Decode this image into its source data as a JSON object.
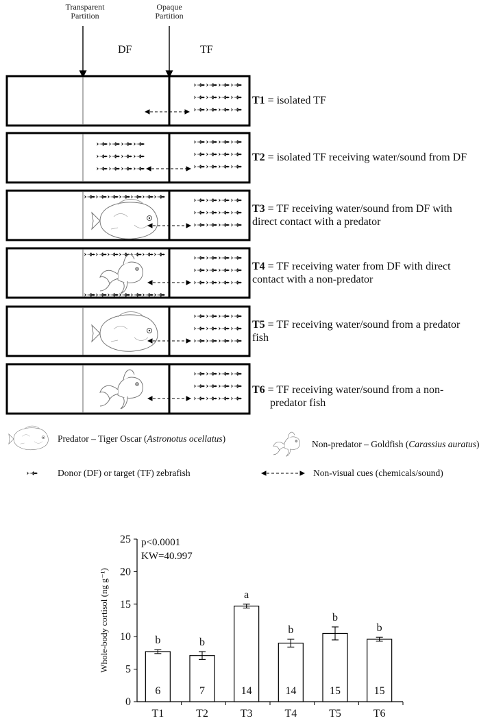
{
  "diagram": {
    "headers": {
      "transparent_partition": "Transparent\nPartition",
      "opaque_partition": "Opaque\nPartition",
      "df": "DF",
      "tf": "TF"
    },
    "tanks": [
      {
        "code": "T1",
        "desc_line1": " = isolated TF",
        "desc_line2": ""
      },
      {
        "code": "T2",
        "desc_line1": " = isolated TF receiving water/sound from DF",
        "desc_line2": ""
      },
      {
        "code": "T3",
        "desc_line1": " = TF receiving water/sound from DF with",
        "desc_line2": "direct contact with a predator"
      },
      {
        "code": "T4",
        "desc_line1": " = TF receiving water from DF with direct",
        "desc_line2": "contact with a non-predator"
      },
      {
        "code": "T5",
        "desc_line1": " = TF receiving water/sound from a predator",
        "desc_line2": "fish"
      },
      {
        "code": "T6",
        "desc_line1": " = TF receiving water/sound from a non-",
        "desc_line2": "predator fish"
      }
    ],
    "legend": {
      "predator_prefix": "Predator – Tiger Oscar (",
      "predator_species": "Astronotus ocellatus",
      "predator_suffix": ")",
      "nonpredator_prefix": "Non-predator – Goldfish (",
      "nonpredator_species": "Carassius auratus",
      "nonpredator_suffix": ")",
      "zebrafish": "Donor (DF) or target (TF) zebrafish",
      "cues": "Non-visual cues (chemicals/sound)"
    }
  },
  "chart_data": {
    "type": "bar",
    "categories": [
      "T1",
      "T2",
      "T3",
      "T4",
      "T5",
      "T6"
    ],
    "values": [
      7.7,
      7.1,
      14.7,
      9.0,
      10.5,
      9.6
    ],
    "errors": [
      0.3,
      0.6,
      0.3,
      0.6,
      1.0,
      0.3
    ],
    "n_labels": [
      "6",
      "7",
      "14",
      "14",
      "15",
      "15"
    ],
    "letters": [
      "b",
      "b",
      "a",
      "b",
      "b",
      "b"
    ],
    "ylabel": "Whole-body cortisol (ng g⁻¹)",
    "ylim": [
      0,
      25
    ],
    "yticks": [
      0,
      5,
      10,
      15,
      20,
      25
    ],
    "stats_line1": "p<0.0001",
    "stats_line2": "KW=40.997",
    "grid": false,
    "bar_fill": "#ffffff",
    "bar_stroke": "#000000"
  }
}
